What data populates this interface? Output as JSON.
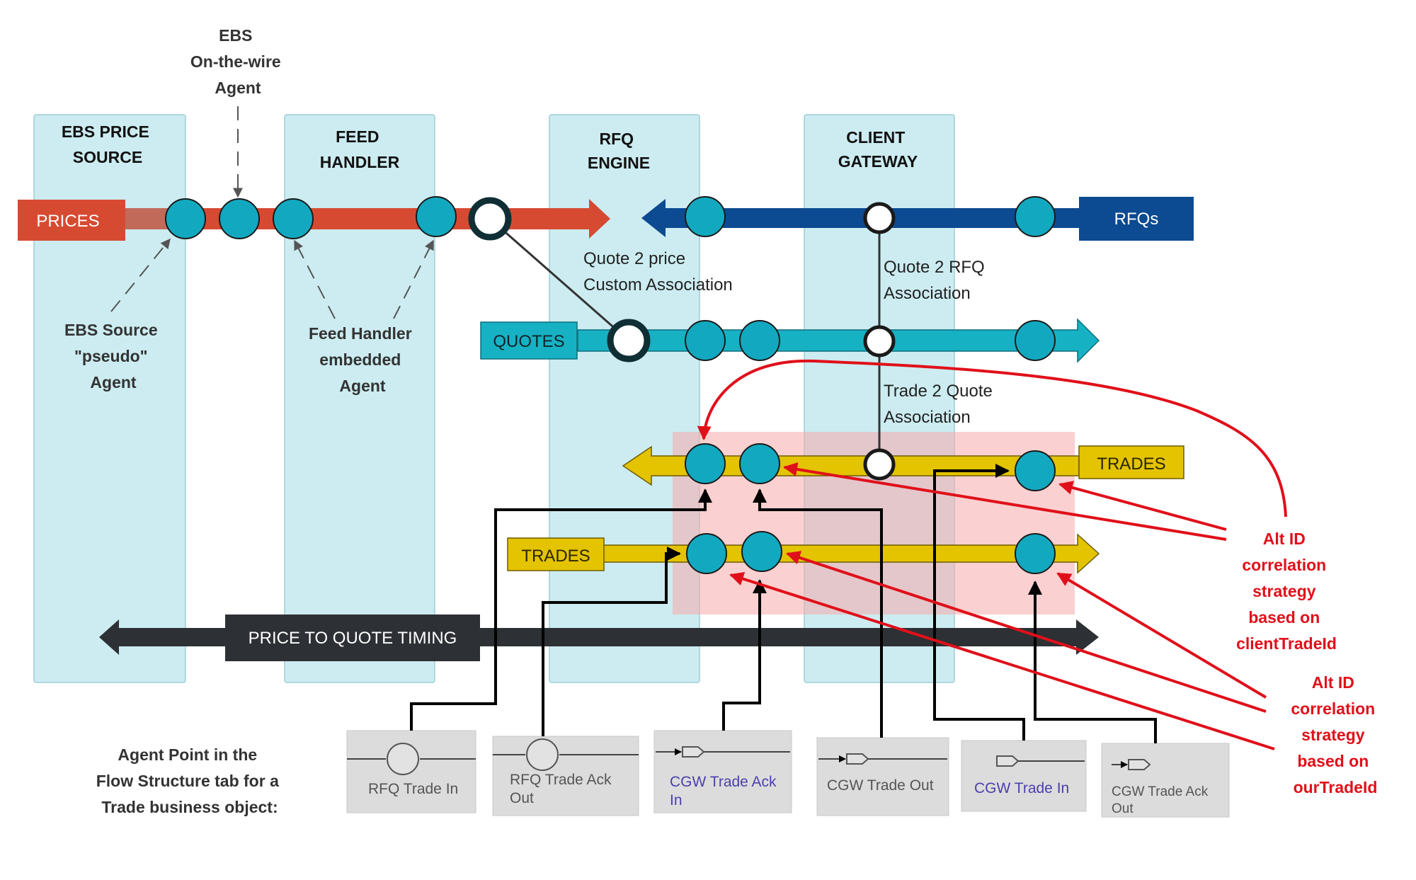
{
  "agent_top": [
    "EBS",
    "On-the-wire",
    "Agent"
  ],
  "columns": [
    {
      "id": "ebs",
      "lines": [
        "EBS PRICE",
        "SOURCE"
      ]
    },
    {
      "id": "feed",
      "lines": [
        "FEED",
        "HANDLER"
      ]
    },
    {
      "id": "rfq",
      "lines": [
        "RFQ",
        "ENGINE"
      ]
    },
    {
      "id": "cgw",
      "lines": [
        "CLIENT",
        "GATEWAY"
      ]
    }
  ],
  "flows": {
    "prices": "PRICES",
    "rfqs": "RFQs",
    "quotes": "QUOTES",
    "trades_top": "TRADES",
    "trades_bottom": "TRADES",
    "timing": "PRICE TO QUOTE TIMING"
  },
  "associations": {
    "quote2price": [
      "Quote 2 price",
      "Custom Association"
    ],
    "quote2rfq": [
      "Quote 2 RFQ",
      "Association"
    ],
    "trade2quote": [
      "Trade 2 Quote",
      "Association"
    ]
  },
  "agents": {
    "ebs_source": [
      "EBS Source",
      "\"pseudo\"",
      "Agent"
    ],
    "feed_handler": [
      "Feed Handler",
      "embedded",
      "Agent"
    ]
  },
  "strategies": {
    "client": [
      "Alt ID",
      "correlation",
      "strategy",
      "based on",
      "clientTradeId"
    ],
    "our": [
      "Alt ID",
      "correlation",
      "strategy",
      "based on",
      "ourTradeId"
    ]
  },
  "agent_point_caption": [
    "Agent Point in the",
    "Flow Structure tab for a",
    "Trade business object:"
  ],
  "agent_point_cards": [
    {
      "id": "rfq-trade-in",
      "lines": [
        "RFQ Trade In"
      ],
      "icon": "circle-node-icon"
    },
    {
      "id": "rfq-trade-ack-out",
      "lines": [
        "RFQ Trade Ack",
        "Out"
      ],
      "icon": "circle-node-icon"
    },
    {
      "id": "cgw-trade-ack-in",
      "lines": [
        "CGW Trade Ack",
        "In"
      ],
      "icon": "gateway-node-icon"
    },
    {
      "id": "cgw-trade-out",
      "lines": [
        "CGW Trade Out"
      ],
      "icon": "gateway-node-icon"
    },
    {
      "id": "cgw-trade-in",
      "lines": [
        "CGW Trade In"
      ],
      "icon": "gateway-node-icon"
    },
    {
      "id": "cgw-trade-ack-out",
      "lines": [
        "CGW Trade Ack",
        "Out"
      ],
      "icon": "gateway-node-icon"
    }
  ],
  "colors": {
    "prices": "#d64a32",
    "rfqs": "#0c4a91",
    "quotes": "#17b1c4",
    "trades": "#e4c300",
    "timing": "#2d3034",
    "column": "#ccecf1",
    "highlight": "#f5a9a9",
    "strategy": "#e0101a",
    "node": "#12a9c0"
  }
}
